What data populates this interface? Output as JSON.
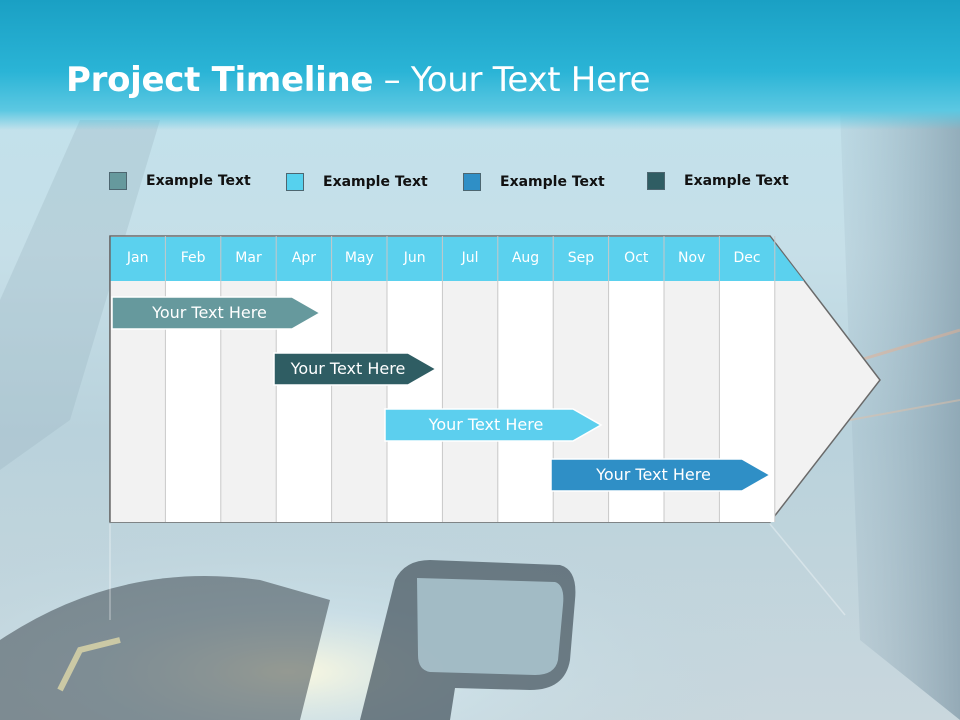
{
  "header": {
    "title_bold": "Project Timeline",
    "title_rest": " – Your Text Here"
  },
  "colors": {
    "header": "#1aa0c4",
    "month_header": "#5bd1ee",
    "series_1": "#5e9192",
    "series_2": "#2f5d63",
    "series_3": "#5ccfee",
    "series_4": "#2f8fc6"
  },
  "legend": [
    {
      "label": "Example Text",
      "color": "#66999d"
    },
    {
      "label": "Example Text",
      "color": "#56d1ee"
    },
    {
      "label": "Example Text",
      "color": "#2f8fc6"
    },
    {
      "label": "Example Text",
      "color": "#2f5d63"
    }
  ],
  "months": [
    "Jan",
    "Feb",
    "Mar",
    "Apr",
    "May",
    "Jun",
    "Jul",
    "Aug",
    "Sep",
    "Oct",
    "Nov",
    "Dec"
  ],
  "bars": [
    {
      "label": "Your  Text Here"
    },
    {
      "label": "Your  Text Here"
    },
    {
      "label": "Your  Text Here"
    },
    {
      "label": "Your  Text Here"
    }
  ]
}
